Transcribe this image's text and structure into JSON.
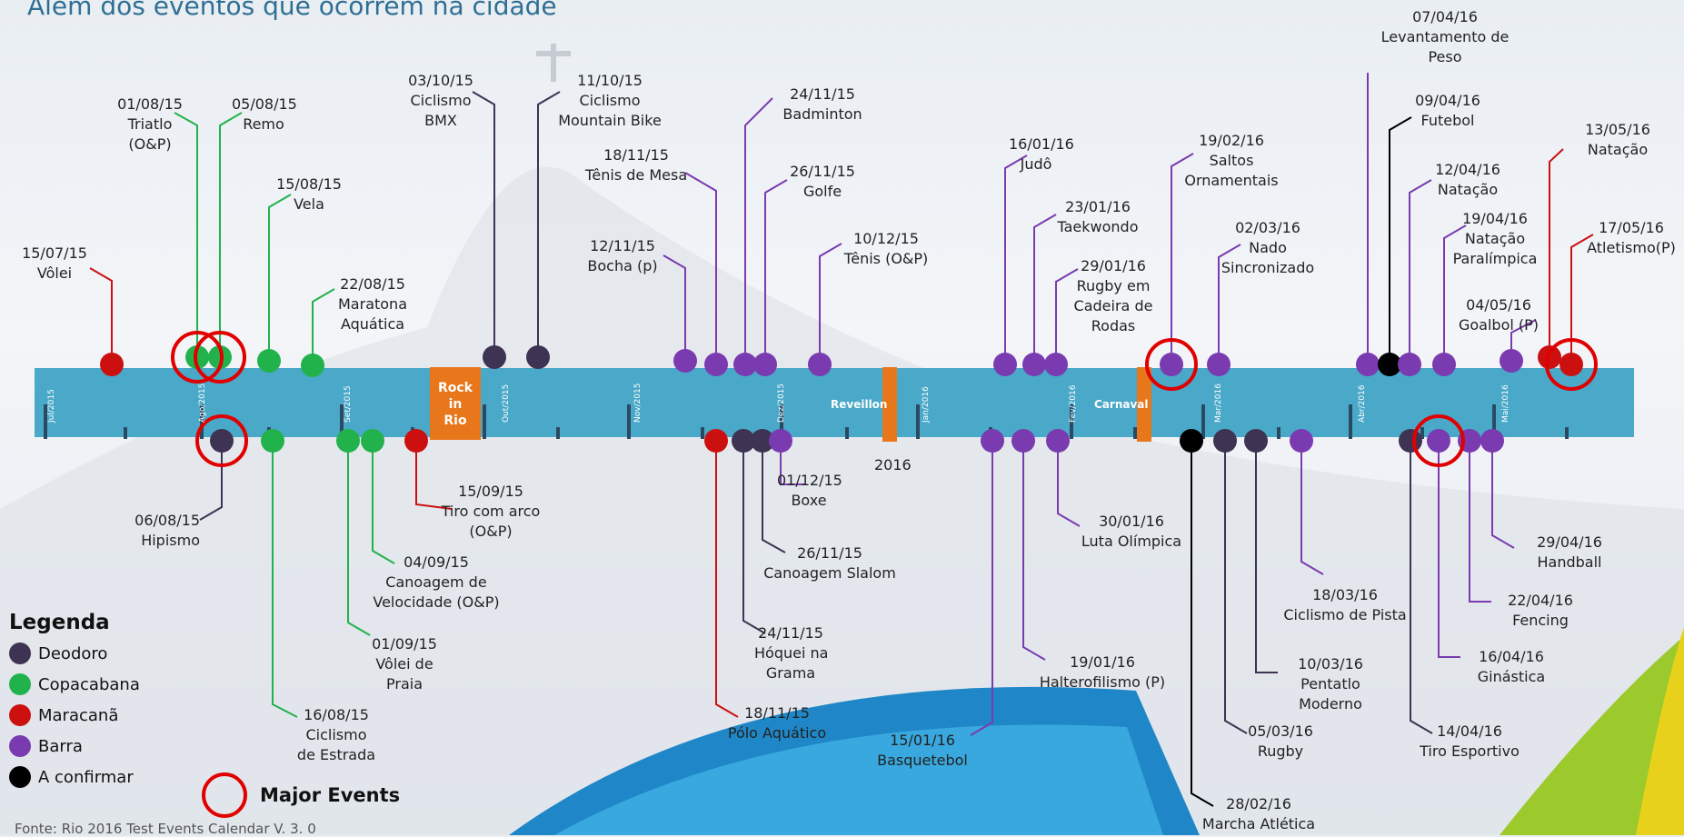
{
  "title": "Além dos eventos que ocorrem na cidade",
  "colors": {
    "deodoro": "#3e3352",
    "copacabana": "#22b24c",
    "maracana": "#cc1010",
    "barra": "#7a3bb0",
    "confirmar": "#000000",
    "band": "#4aa8c8",
    "orange": "#e8761a",
    "ring": "#e00000"
  },
  "months": [
    "Jul/2015",
    "Ago/2015",
    "Set/2015",
    "Out/2015",
    "Nov/2015",
    "Dez/2015",
    "Jan/2016",
    "Fev/2016",
    "Mar/2016",
    "Abr/2016",
    "Mai/2016"
  ],
  "band_labels": {
    "rock": [
      "Rock",
      "in",
      "Rio"
    ],
    "reveillon": "Reveillon",
    "carnaval": "Carnaval",
    "year": "2016"
  },
  "events_top": [
    {
      "date": "15/07/15",
      "name": [
        "Vôlei"
      ],
      "venue": "maracana"
    },
    {
      "date": "01/08/15",
      "name": [
        "Triatlo",
        "(O&P)"
      ],
      "venue": "copacabana",
      "major": true
    },
    {
      "date": "05/08/15",
      "name": [
        "Remo"
      ],
      "venue": "copacabana",
      "major": true
    },
    {
      "date": "15/08/15",
      "name": [
        "Vela"
      ],
      "venue": "copacabana"
    },
    {
      "date": "22/08/15",
      "name": [
        "Maratona",
        "Aquática"
      ],
      "venue": "copacabana"
    },
    {
      "date": "03/10/15",
      "name": [
        "Ciclismo",
        "BMX"
      ],
      "venue": "deodoro"
    },
    {
      "date": "11/10/15",
      "name": [
        "Ciclismo",
        "Mountain Bike"
      ],
      "venue": "deodoro"
    },
    {
      "date": "12/11/15",
      "name": [
        "Bocha (p)"
      ],
      "venue": "barra"
    },
    {
      "date": "18/11/15",
      "name": [
        "Tênis de Mesa"
      ],
      "venue": "barra"
    },
    {
      "date": "24/11/15",
      "name": [
        "Badminton"
      ],
      "venue": "barra"
    },
    {
      "date": "26/11/15",
      "name": [
        "Golfe"
      ],
      "venue": "barra"
    },
    {
      "date": "10/12/15",
      "name": [
        "Tênis (O&P)"
      ],
      "venue": "barra"
    },
    {
      "date": "16/01/16",
      "name": [
        "Judô"
      ],
      "venue": "barra"
    },
    {
      "date": "23/01/16",
      "name": [
        "Taekwondo"
      ],
      "venue": "barra"
    },
    {
      "date": "29/01/16",
      "name": [
        "Rugby em",
        "Cadeira de",
        "Rodas"
      ],
      "venue": "barra"
    },
    {
      "date": "19/02/16",
      "name": [
        "Saltos",
        "Ornamentais"
      ],
      "venue": "barra",
      "major": true
    },
    {
      "date": "02/03/16",
      "name": [
        "Nado",
        "Sincronizado"
      ],
      "venue": "barra"
    },
    {
      "date": "07/04/16",
      "name": [
        "Levantamento de",
        "Peso"
      ],
      "venue": "barra"
    },
    {
      "date": "09/04/16",
      "name": [
        "Futebol"
      ],
      "venue": "confirmar"
    },
    {
      "date": "12/04/16",
      "name": [
        "Natação"
      ],
      "venue": "barra"
    },
    {
      "date": "19/04/16",
      "name": [
        "Natação",
        "Paralímpica"
      ],
      "venue": "barra"
    },
    {
      "date": "04/05/16",
      "name": [
        "Goalbol (P)"
      ],
      "venue": "barra"
    },
    {
      "date": "13/05/16",
      "name": [
        "Natação"
      ],
      "venue": "maracana"
    },
    {
      "date": "17/05/16",
      "name": [
        "Atletismo(P)"
      ],
      "venue": "maracana",
      "major": true
    }
  ],
  "events_bottom": [
    {
      "date": "06/08/15",
      "name": [
        "Hipismo"
      ],
      "venue": "deodoro",
      "major": true
    },
    {
      "date": "16/08/15",
      "name": [
        "Ciclismo",
        "de Estrada"
      ],
      "venue": "copacabana"
    },
    {
      "date": "01/09/15",
      "name": [
        "Vôlei de",
        "Praia"
      ],
      "venue": "copacabana"
    },
    {
      "date": "04/09/15",
      "name": [
        "Canoagem de",
        "Velocidade (O&P)"
      ],
      "venue": "copacabana"
    },
    {
      "date": "15/09/15",
      "name": [
        "Tiro com arco",
        "(O&P)"
      ],
      "venue": "maracana"
    },
    {
      "date": "18/11/15",
      "name": [
        "Pólo Aquático"
      ],
      "venue": "maracana"
    },
    {
      "date": "24/11/15",
      "name": [
        "Hóquei na",
        "Grama"
      ],
      "venue": "deodoro"
    },
    {
      "date": "26/11/15",
      "name": [
        "Canoagem Slalom"
      ],
      "venue": "deodoro"
    },
    {
      "date": "01/12/15",
      "name": [
        "Boxe"
      ],
      "venue": "barra"
    },
    {
      "date": "15/01/16",
      "name": [
        "Basquetebol"
      ],
      "venue": "barra"
    },
    {
      "date": "19/01/16",
      "name": [
        "Halterofilismo (P)"
      ],
      "venue": "barra"
    },
    {
      "date": "30/01/16",
      "name": [
        "Luta Olímpica"
      ],
      "venue": "barra"
    },
    {
      "date": "28/02/16",
      "name": [
        "Marcha Atlética"
      ],
      "venue": "confirmar"
    },
    {
      "date": "05/03/16",
      "name": [
        "Rugby"
      ],
      "venue": "deodoro"
    },
    {
      "date": "10/03/16",
      "name": [
        "Pentatlo",
        "Moderno"
      ],
      "venue": "deodoro"
    },
    {
      "date": "18/03/16",
      "name": [
        "Ciclismo de Pista"
      ],
      "venue": "barra"
    },
    {
      "date": "14/04/16",
      "name": [
        "Tiro Esportivo"
      ],
      "venue": "deodoro"
    },
    {
      "date": "16/04/16",
      "name": [
        "Ginástica"
      ],
      "venue": "barra",
      "major": true
    },
    {
      "date": "22/04/16",
      "name": [
        "Fencing"
      ],
      "venue": "barra"
    },
    {
      "date": "29/04/16",
      "name": [
        "Handball"
      ],
      "venue": "barra"
    }
  ],
  "legend": {
    "title": "Legenda",
    "items": [
      {
        "label": "Deodoro",
        "venue": "deodoro"
      },
      {
        "label": "Copacabana",
        "venue": "copacabana"
      },
      {
        "label": "Maracanã",
        "venue": "maracana"
      },
      {
        "label": "Barra",
        "venue": "barra"
      },
      {
        "label": "A confirmar",
        "venue": "confirmar"
      }
    ],
    "major": "Major Events"
  },
  "source": "Fonte: Rio 2016 Test Events Calendar V. 3. 0"
}
